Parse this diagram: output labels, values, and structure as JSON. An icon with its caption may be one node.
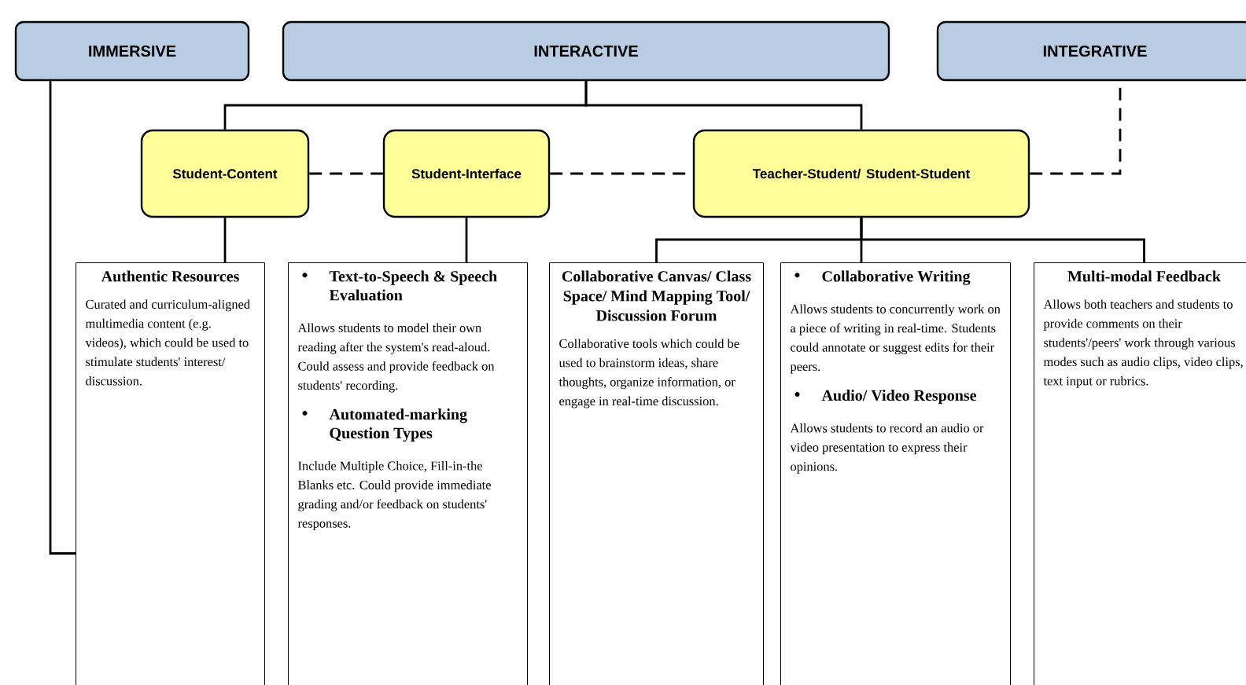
{
  "diagram": {
    "nodes": [
      {
        "text": [
          "IMMERSIVE"
        ]
      },
      {
        "text": [
          "INTERACTIVE"
        ]
      },
      {
        "text": [
          "INTEGRATIVE"
        ]
      },
      {
        "text": [
          "Student-Content"
        ]
      },
      {
        "text": [
          "Student-Interface"
        ]
      },
      {
        "text": [
          "Teacher-Student/ Student-Student"
        ]
      },
      {
        "text": [
          "Authentic Resources",
          "Curated and curriculum-aligned multimedia content (e.g. videos), which could be used to stimulate students' interest/ discussion."
        ]
      },
      {
        "text": [
          "Text-to-Speech & Speech Evaluation",
          "Allows students to model their own reading after the system's read-aloud. Could assess and provide feedback on students' recording.",
          "Automated-marking Question Types",
          "Include Multiple Choice, Fill-in-the Blanks etc. Could provide immediate grading and/or feedback on students' responses."
        ]
      },
      {
        "text": [
          "Collaborative Canvas/ Class Space/ Mind Mapping Tool/ Discussion Forum",
          "Collaborative tools which could be used to brainstorm ideas, share thoughts, organize information, or engage in real-time discussion."
        ]
      },
      {
        "text": [
          "Collaborative Writing",
          "Allows students to concurrently work on a piece of writing in real-time. Students could annotate or suggest edits for their peers.",
          "Audio/ Video Response",
          "Allows students to record an audio or video presentation to express their opinions."
        ]
      },
      {
        "text": [
          "Multi-modal Feedback",
          "Allows both teachers and students to provide comments on their students'/peers' work through various modes such as audio clips, video clips, text input or rubrics."
        ]
      }
    ],
    "edges": [
      {
        "from": 1,
        "to": 3,
        "arrow": "none"
      },
      {
        "from": 1,
        "to": 5,
        "arrow": "none"
      },
      {
        "from": 3,
        "to": 4,
        "arrow": "none",
        "style": "dashed"
      },
      {
        "from": 4,
        "to": 5,
        "arrow": "none",
        "style": "dashed"
      },
      {
        "from": 5,
        "to": 2,
        "arrow": "none",
        "style": "dashed"
      },
      {
        "from": 0,
        "to": 6,
        "arrow": "none"
      },
      {
        "from": 3,
        "to": 6,
        "arrow": "none"
      },
      {
        "from": 4,
        "to": 7,
        "arrow": "none"
      },
      {
        "from": 5,
        "to": 8,
        "arrow": "none"
      },
      {
        "from": 5,
        "to": 9,
        "arrow": "none"
      },
      {
        "from": 5,
        "to": 10,
        "arrow": "none"
      }
    ]
  }
}
